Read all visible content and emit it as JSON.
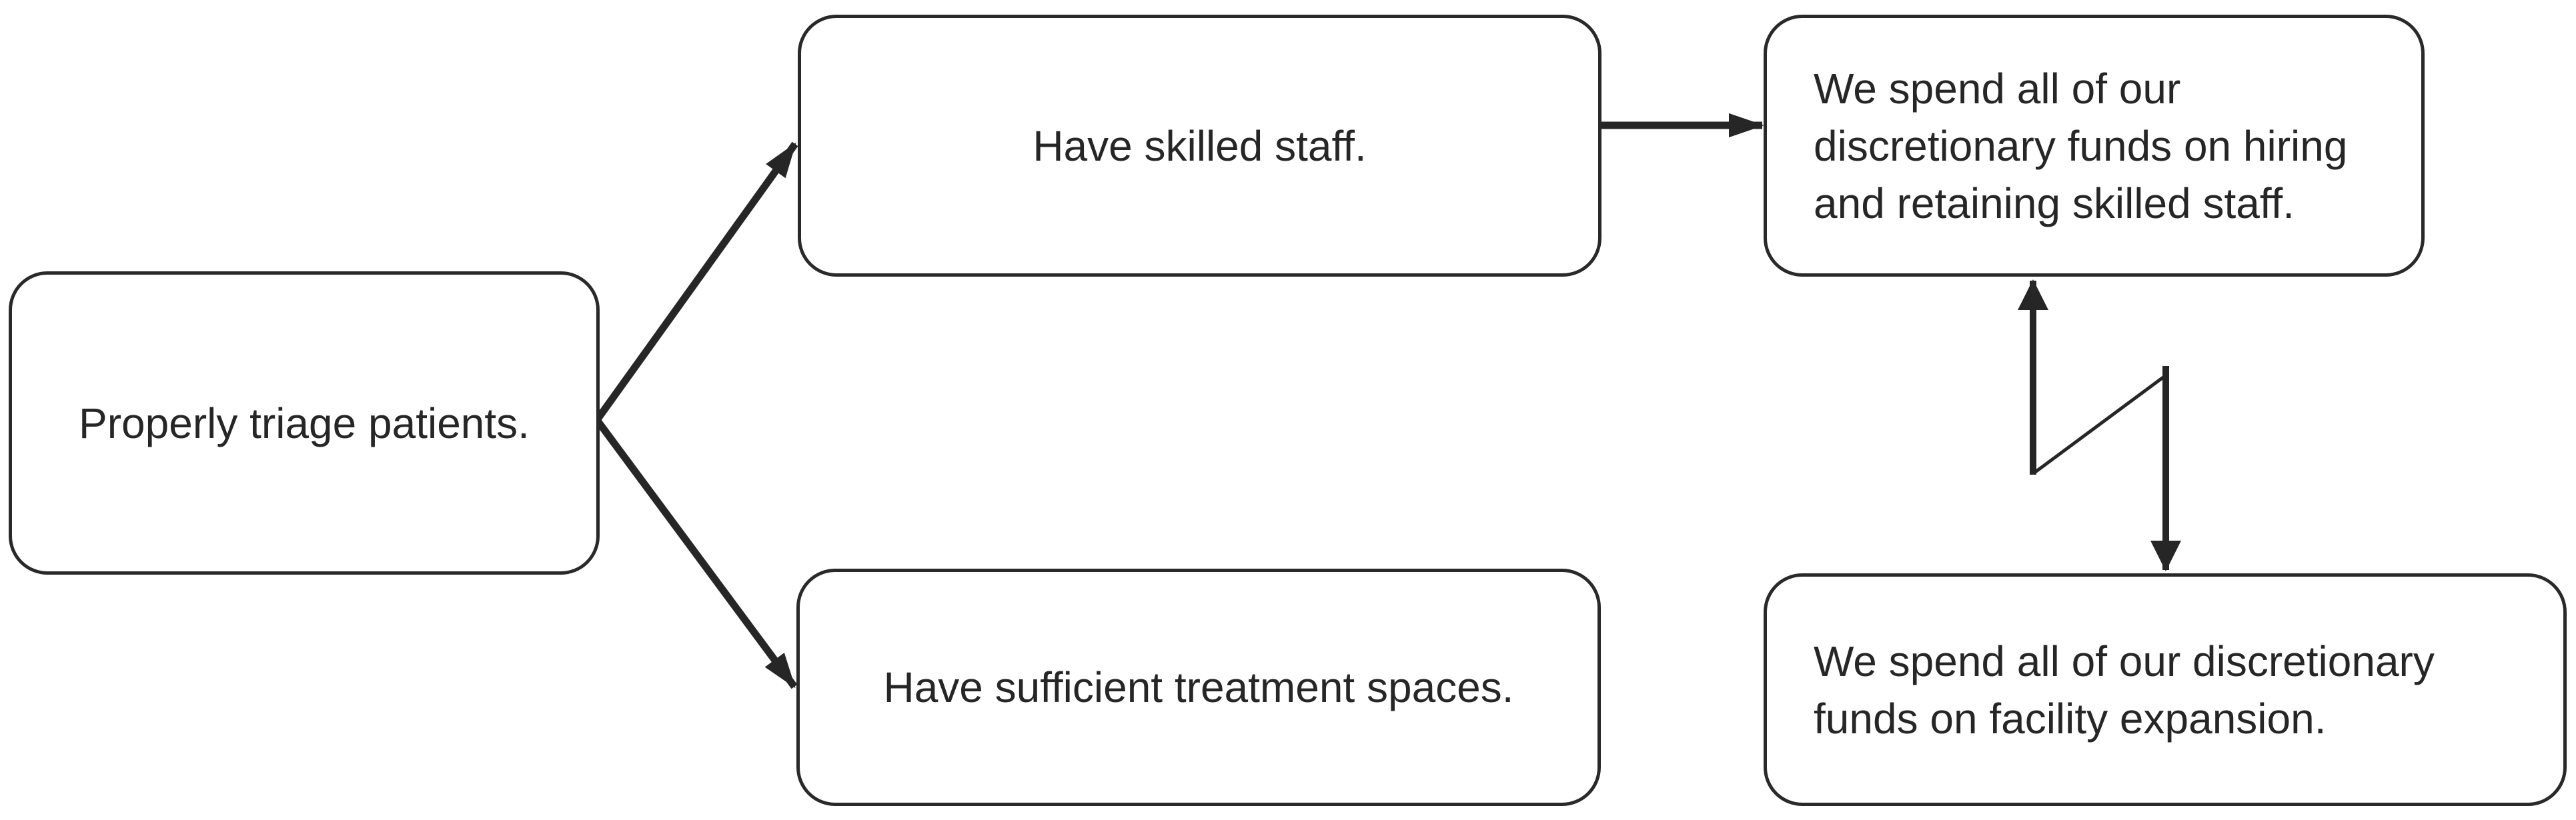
{
  "diagram": {
    "type": "conflict-resolution-flowchart",
    "colors": {
      "background": "#ffffff",
      "node_border": "#2b2828",
      "node_fill": "#ffffff",
      "text": "#262626",
      "arrow": "#262626"
    },
    "nodes": {
      "triage": {
        "label": "Properly triage patients."
      },
      "skilled_staff": {
        "label": "Have skilled staff."
      },
      "treatment_spaces": {
        "label": "Have sufficient treatment spaces."
      },
      "funds_staff": {
        "label": "We spend all of our\ndiscretionary funds on hiring\nand retaining skilled staff."
      },
      "funds_facility": {
        "label": "We spend all of our discretionary\nfunds on facility expansion."
      }
    },
    "edges": [
      {
        "from": "triage",
        "to": "skilled_staff",
        "style": "straight-arrow"
      },
      {
        "from": "triage",
        "to": "treatment_spaces",
        "style": "straight-arrow"
      },
      {
        "from": "skilled_staff",
        "to": "funds_staff",
        "style": "straight-arrow"
      },
      {
        "from": "funds_staff",
        "to": "funds_facility",
        "style": "zigzag-conflict-double-arrow"
      }
    ]
  }
}
